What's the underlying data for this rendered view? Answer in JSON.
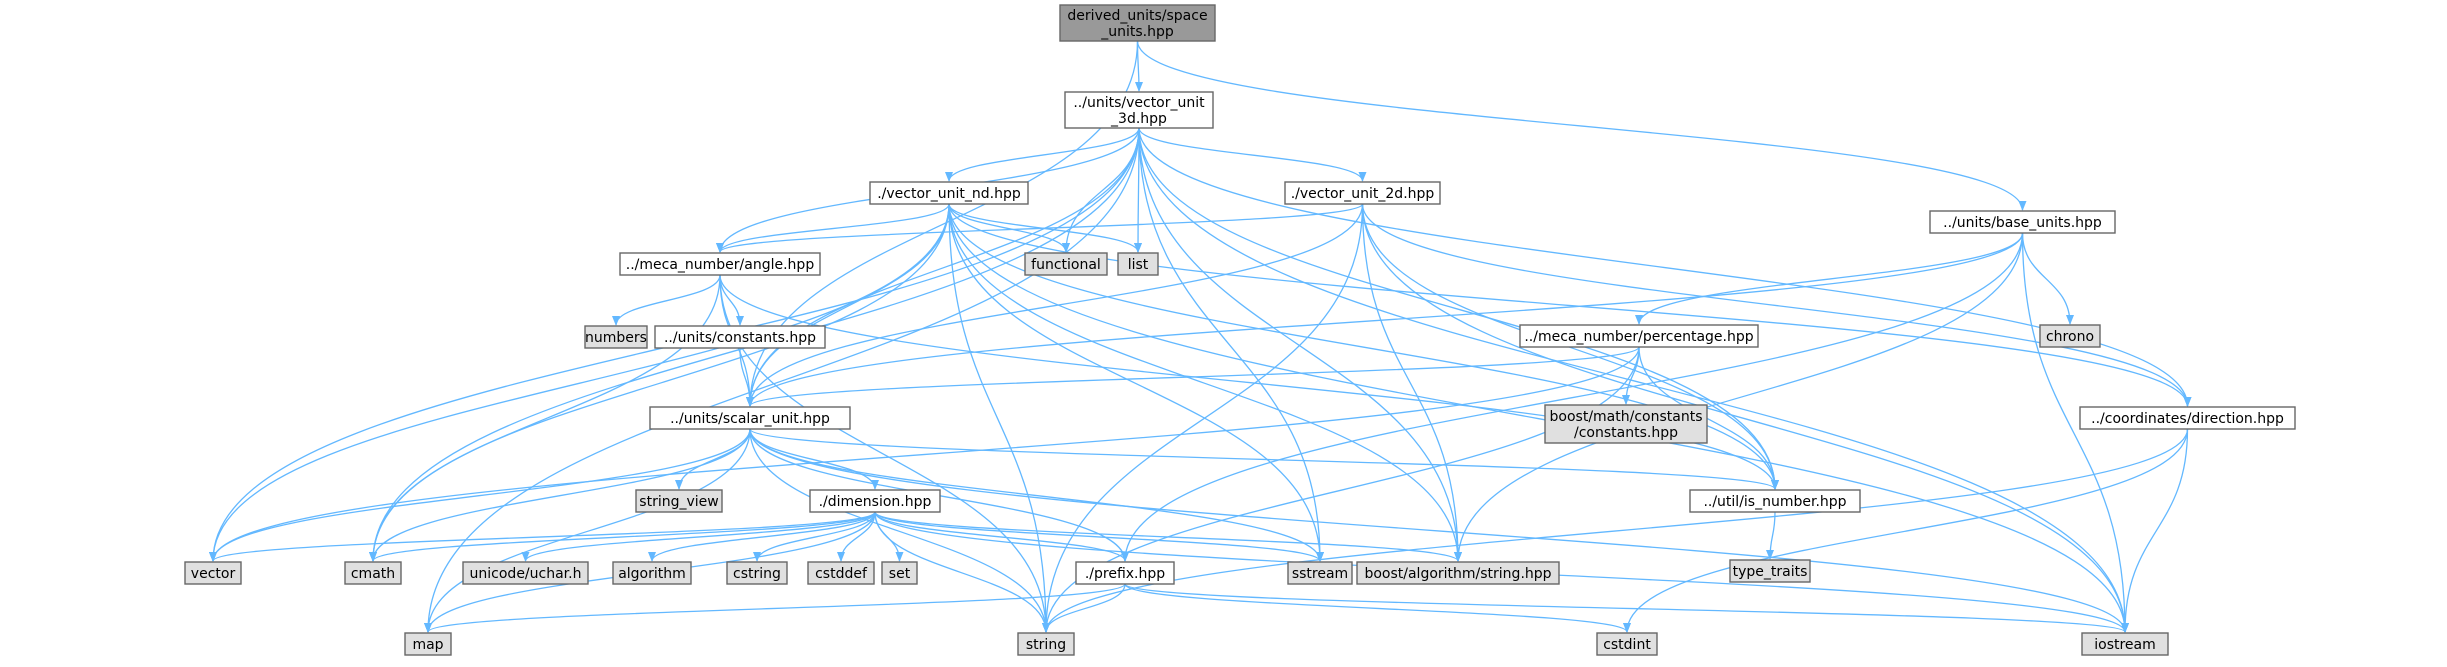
{
  "colors": {
    "root_fill": "#999999",
    "internal_fill": "#ffffff",
    "system_fill": "#e0e0e0",
    "border": "#666666",
    "edge": "#63b8ff"
  },
  "nodes": [
    {
      "id": "root",
      "lines": [
        "derived_units/space",
        "_units.hpp"
      ],
      "kind": "root"
    },
    {
      "id": "vec3d",
      "lines": [
        "../units/vector_unit",
        "_3d.hpp"
      ],
      "kind": "internal"
    },
    {
      "id": "vecnd",
      "lines": [
        "./vector_unit_nd.hpp"
      ],
      "kind": "internal"
    },
    {
      "id": "vec2d",
      "lines": [
        "./vector_unit_2d.hpp"
      ],
      "kind": "internal"
    },
    {
      "id": "angle",
      "lines": [
        "../meca_number/angle.hpp"
      ],
      "kind": "internal"
    },
    {
      "id": "functional",
      "lines": [
        "functional"
      ],
      "kind": "system"
    },
    {
      "id": "list",
      "lines": [
        "list"
      ],
      "kind": "system"
    },
    {
      "id": "baseunits",
      "lines": [
        "../units/base_units.hpp"
      ],
      "kind": "internal"
    },
    {
      "id": "numbers",
      "lines": [
        "numbers"
      ],
      "kind": "system"
    },
    {
      "id": "constants",
      "lines": [
        "../units/constants.hpp"
      ],
      "kind": "internal"
    },
    {
      "id": "percentage",
      "lines": [
        "../meca_number/percentage.hpp"
      ],
      "kind": "internal"
    },
    {
      "id": "chrono",
      "lines": [
        "chrono"
      ],
      "kind": "system"
    },
    {
      "id": "boostconst",
      "lines": [
        "boost/math/constants",
        "/constants.hpp"
      ],
      "kind": "system"
    },
    {
      "id": "direction",
      "lines": [
        "../coordinates/direction.hpp"
      ],
      "kind": "internal"
    },
    {
      "id": "scalar",
      "lines": [
        "../units/scalar_unit.hpp"
      ],
      "kind": "internal"
    },
    {
      "id": "stringview",
      "lines": [
        "string_view"
      ],
      "kind": "system"
    },
    {
      "id": "isnumber",
      "lines": [
        "../util/is_number.hpp"
      ],
      "kind": "internal"
    },
    {
      "id": "dimension",
      "lines": [
        "./dimension.hpp"
      ],
      "kind": "internal"
    },
    {
      "id": "typetraits",
      "lines": [
        "type_traits"
      ],
      "kind": "system"
    },
    {
      "id": "vector",
      "lines": [
        "vector"
      ],
      "kind": "system"
    },
    {
      "id": "cmath",
      "lines": [
        "cmath"
      ],
      "kind": "system"
    },
    {
      "id": "uchar",
      "lines": [
        "unicode/uchar.h"
      ],
      "kind": "system"
    },
    {
      "id": "algorithm",
      "lines": [
        "algorithm"
      ],
      "kind": "system"
    },
    {
      "id": "cstring",
      "lines": [
        "cstring"
      ],
      "kind": "system"
    },
    {
      "id": "cstddef",
      "lines": [
        "cstddef"
      ],
      "kind": "system"
    },
    {
      "id": "set",
      "lines": [
        "set"
      ],
      "kind": "system"
    },
    {
      "id": "sstream",
      "lines": [
        "sstream"
      ],
      "kind": "system"
    },
    {
      "id": "boostalgo",
      "lines": [
        "boost/algorithm/string.hpp"
      ],
      "kind": "system"
    },
    {
      "id": "prefix",
      "lines": [
        "./prefix.hpp"
      ],
      "kind": "internal"
    },
    {
      "id": "map",
      "lines": [
        "map"
      ],
      "kind": "system"
    },
    {
      "id": "string",
      "lines": [
        "string"
      ],
      "kind": "system"
    },
    {
      "id": "cstdint",
      "lines": [
        "cstdint"
      ],
      "kind": "system"
    },
    {
      "id": "iostream",
      "lines": [
        "iostream"
      ],
      "kind": "system"
    }
  ],
  "edges": [
    [
      "root",
      "vec3d"
    ],
    [
      "root",
      "scalar"
    ],
    [
      "root",
      "baseunits"
    ],
    [
      "vec3d",
      "vecnd"
    ],
    [
      "vec3d",
      "vec2d"
    ],
    [
      "vec3d",
      "angle"
    ],
    [
      "vec3d",
      "functional"
    ],
    [
      "vec3d",
      "list"
    ],
    [
      "vec3d",
      "scalar"
    ],
    [
      "vec3d",
      "isnumber"
    ],
    [
      "vec3d",
      "direction"
    ],
    [
      "vec3d",
      "vector"
    ],
    [
      "vec3d",
      "cmath"
    ],
    [
      "vec3d",
      "sstream"
    ],
    [
      "vec3d",
      "boostalgo"
    ],
    [
      "vec3d",
      "map"
    ],
    [
      "vec3d",
      "iostream"
    ],
    [
      "vecnd",
      "angle"
    ],
    [
      "vecnd",
      "functional"
    ],
    [
      "vecnd",
      "list"
    ],
    [
      "vecnd",
      "scalar"
    ],
    [
      "vecnd",
      "isnumber"
    ],
    [
      "vecnd",
      "direction"
    ],
    [
      "vecnd",
      "vector"
    ],
    [
      "vecnd",
      "cmath"
    ],
    [
      "vecnd",
      "sstream"
    ],
    [
      "vecnd",
      "boostalgo"
    ],
    [
      "vecnd",
      "string"
    ],
    [
      "vecnd",
      "iostream"
    ],
    [
      "vec2d",
      "angle"
    ],
    [
      "vec2d",
      "scalar"
    ],
    [
      "vec2d",
      "isnumber"
    ],
    [
      "vec2d",
      "direction"
    ],
    [
      "vec2d",
      "boostalgo"
    ],
    [
      "vec2d",
      "string"
    ],
    [
      "vec2d",
      "iostream"
    ],
    [
      "angle",
      "numbers"
    ],
    [
      "angle",
      "constants"
    ],
    [
      "angle",
      "scalar"
    ],
    [
      "angle",
      "isnumber"
    ],
    [
      "angle",
      "cmath"
    ],
    [
      "angle",
      "string"
    ],
    [
      "constants",
      "scalar"
    ],
    [
      "baseunits",
      "chrono"
    ],
    [
      "baseunits",
      "percentage"
    ],
    [
      "baseunits",
      "scalar"
    ],
    [
      "baseunits",
      "prefix"
    ],
    [
      "baseunits",
      "boostalgo"
    ],
    [
      "baseunits",
      "iostream"
    ],
    [
      "percentage",
      "boostconst"
    ],
    [
      "percentage",
      "scalar"
    ],
    [
      "percentage",
      "isnumber"
    ],
    [
      "percentage",
      "vector"
    ],
    [
      "percentage",
      "string"
    ],
    [
      "direction",
      "iostream"
    ],
    [
      "direction",
      "cstdint"
    ],
    [
      "direction",
      "string"
    ],
    [
      "scalar",
      "stringview"
    ],
    [
      "scalar",
      "dimension"
    ],
    [
      "scalar",
      "isnumber"
    ],
    [
      "scalar",
      "prefix"
    ],
    [
      "scalar",
      "vector"
    ],
    [
      "scalar",
      "cmath"
    ],
    [
      "scalar",
      "sstream"
    ],
    [
      "scalar",
      "map"
    ],
    [
      "scalar",
      "string"
    ],
    [
      "scalar",
      "iostream"
    ],
    [
      "isnumber",
      "type_traits"
    ],
    [
      "dimension",
      "vector"
    ],
    [
      "dimension",
      "cmath"
    ],
    [
      "dimension",
      "uchar"
    ],
    [
      "dimension",
      "algorithm"
    ],
    [
      "dimension",
      "cstring"
    ],
    [
      "dimension",
      "cstddef"
    ],
    [
      "dimension",
      "set"
    ],
    [
      "dimension",
      "sstream"
    ],
    [
      "dimension",
      "boostalgo"
    ],
    [
      "dimension",
      "prefix"
    ],
    [
      "dimension",
      "map"
    ],
    [
      "dimension",
      "string"
    ],
    [
      "dimension",
      "iostream"
    ],
    [
      "prefix",
      "map"
    ],
    [
      "prefix",
      "string"
    ],
    [
      "prefix",
      "cstdint"
    ],
    [
      "prefix",
      "iostream"
    ]
  ]
}
